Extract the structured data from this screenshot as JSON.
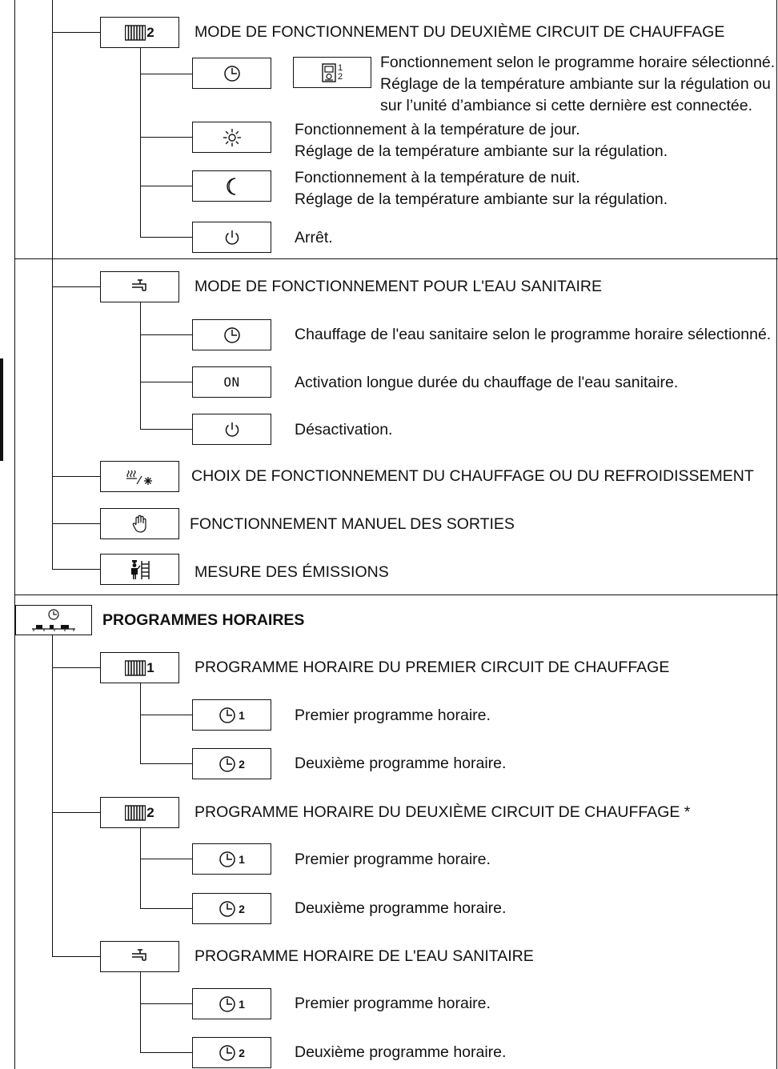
{
  "section_heating2_mode": {
    "title": "MODE DE FONCTIONNEMENT DU DEUXIÈME CIRCUIT DE CHAUFFAGE",
    "icon": "radiator-icon",
    "circuit_number": "2",
    "items": [
      {
        "icon": "clock-icon",
        "extra_icon": "room-unit-icon",
        "extra_digits": [
          "1",
          "2"
        ],
        "lines": [
          "Fonctionnement selon le programme horaire sélectionné.",
          "Réglage de la température ambiante sur la régulation ou",
          "sur l’unité d’ambiance si cette dernière est connectée."
        ]
      },
      {
        "icon": "sun-icon",
        "lines": [
          "Fonctionnement à la température de jour.",
          "Réglage de la température ambiante sur la régulation."
        ]
      },
      {
        "icon": "moon-icon",
        "lines": [
          "Fonctionnement à la température de nuit.",
          "Réglage de la température ambiante sur la régulation."
        ]
      },
      {
        "icon": "power-icon",
        "lines": [
          "Arrêt."
        ]
      }
    ]
  },
  "section_dhw_mode": {
    "title": "MODE DE FONCTIONNEMENT POUR L'EAU SANITAIRE",
    "icon": "tap-icon",
    "items": [
      {
        "icon": "clock-icon",
        "text": "Chauffage de l'eau sanitaire selon le programme horaire sélectionné."
      },
      {
        "code": "ON",
        "text": "Activation longue durée du chauffage de l'eau sanitaire."
      },
      {
        "icon": "power-icon",
        "text": "Désactivation."
      }
    ]
  },
  "menu_items": [
    {
      "icon": "heat-cool-icon",
      "text": "CHOIX DE FONCTIONNEMENT DU CHAUFFAGE OU DU REFROIDISSEMENT"
    },
    {
      "icon": "hand-icon",
      "text": "FONCTIONNEMENT MANUEL DES SORTIES"
    },
    {
      "icon": "chimney-sweep-icon",
      "text": "MESURE DES ÉMISSIONS"
    }
  ],
  "time_programs": {
    "title": "PROGRAMMES HORAIRES",
    "icon": "time-program-icon",
    "groups": [
      {
        "title": "PROGRAMME HORAIRE DU PREMIER CIRCUIT DE CHAUFFAGE",
        "icon": "radiator-icon",
        "circuit_number": "1",
        "programs": [
          {
            "number": "1",
            "text": "Premier programme horaire."
          },
          {
            "number": "2",
            "text": "Deuxième programme horaire."
          }
        ]
      },
      {
        "title": "PROGRAMME HORAIRE DU DEUXIÈME CIRCUIT DE CHAUFFAGE *",
        "icon": "radiator-icon",
        "circuit_number": "2",
        "programs": [
          {
            "number": "1",
            "text": "Premier programme horaire."
          },
          {
            "number": "2",
            "text": "Deuxième programme horaire."
          }
        ]
      },
      {
        "title": "PROGRAMME HORAIRE DE L'EAU SANITAIRE",
        "icon": "tap-icon",
        "programs": [
          {
            "number": "1",
            "text": "Premier programme horaire."
          },
          {
            "number": "2",
            "text": "Deuxième programme horaire."
          }
        ]
      }
    ]
  }
}
